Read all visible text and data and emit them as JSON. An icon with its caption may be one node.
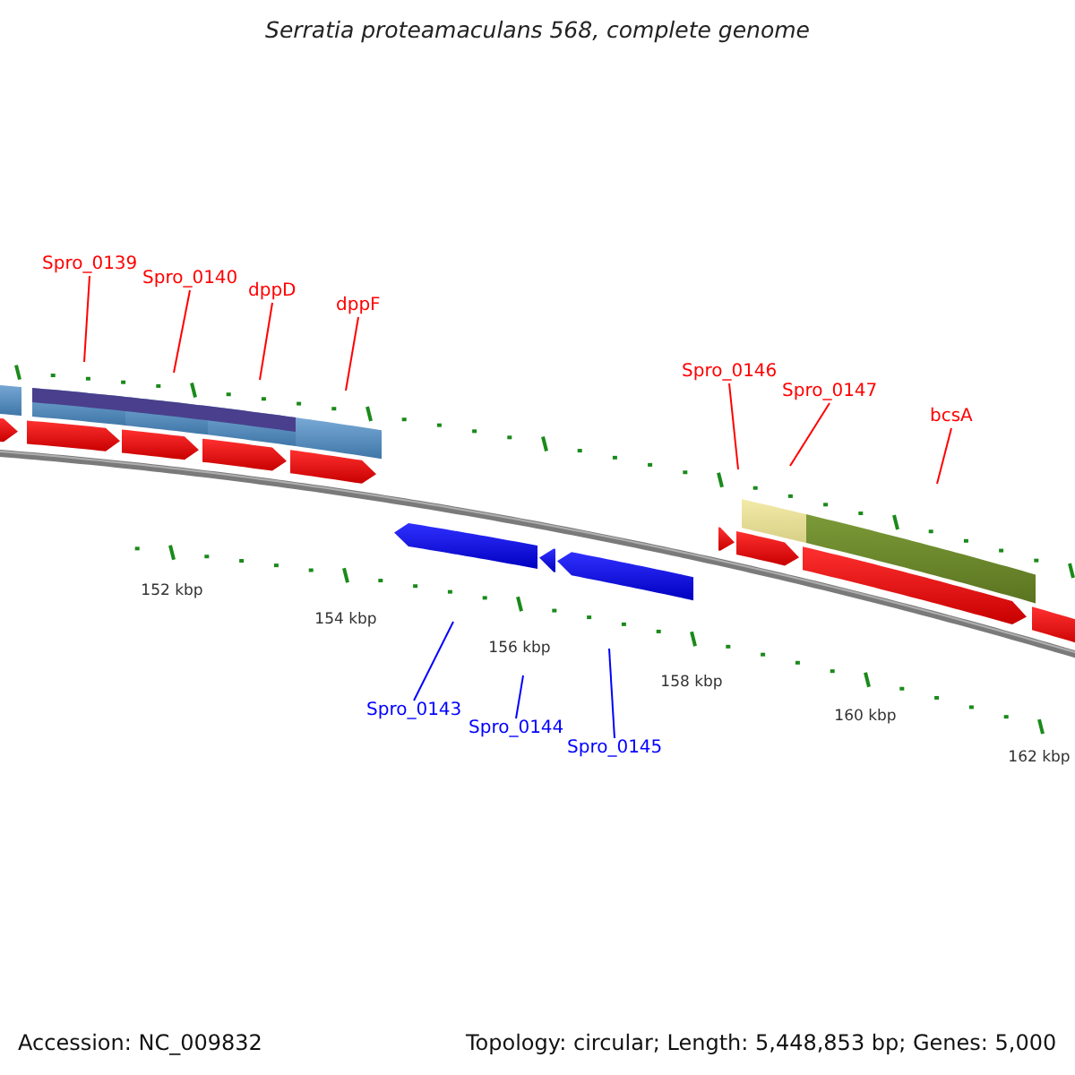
{
  "diagram": {
    "title": "Serratia proteamaculans 568, complete genome",
    "nodes": [
      {
        "text": [
          "Spro_0139"
        ]
      },
      {
        "text": [
          "Spro_0140"
        ]
      },
      {
        "text": [
          "dppD"
        ]
      },
      {
        "text": [
          "dppF"
        ]
      },
      {
        "text": [
          "Spro_0146"
        ]
      },
      {
        "text": [
          "Spro_0147"
        ]
      },
      {
        "text": [
          "bcsA"
        ]
      },
      {
        "text": [
          "Spro_0143"
        ]
      },
      {
        "text": [
          "Spro_0144"
        ]
      },
      {
        "text": [
          "Spro_0145"
        ]
      }
    ],
    "edges": [
      {
        "from": 0,
        "to": null,
        "arrow": "none"
      },
      {
        "from": 1,
        "to": null,
        "arrow": "none"
      },
      {
        "from": 2,
        "to": null,
        "arrow": "none"
      },
      {
        "from": 3,
        "to": null,
        "arrow": "none"
      },
      {
        "from": 4,
        "to": null,
        "arrow": "none"
      },
      {
        "from": 5,
        "to": null,
        "arrow": "none"
      },
      {
        "from": 6,
        "to": null,
        "arrow": "none"
      },
      {
        "from": 7,
        "to": null,
        "arrow": "none",
        "color": "#0000ff"
      },
      {
        "from": 8,
        "to": null,
        "arrow": "none",
        "color": "#0000ff"
      },
      {
        "from": 9,
        "to": null,
        "arrow": "none",
        "color": "#0000ff"
      }
    ],
    "labels": [
      "152 kbp",
      "154 kbp",
      "156 kbp",
      "158 kbp",
      "160 kbp",
      "162 kbp",
      "Accession: NC_009832",
      "Topology: circular; Length: 5,448,853 bp; Genes: 5,000"
    ]
  }
}
